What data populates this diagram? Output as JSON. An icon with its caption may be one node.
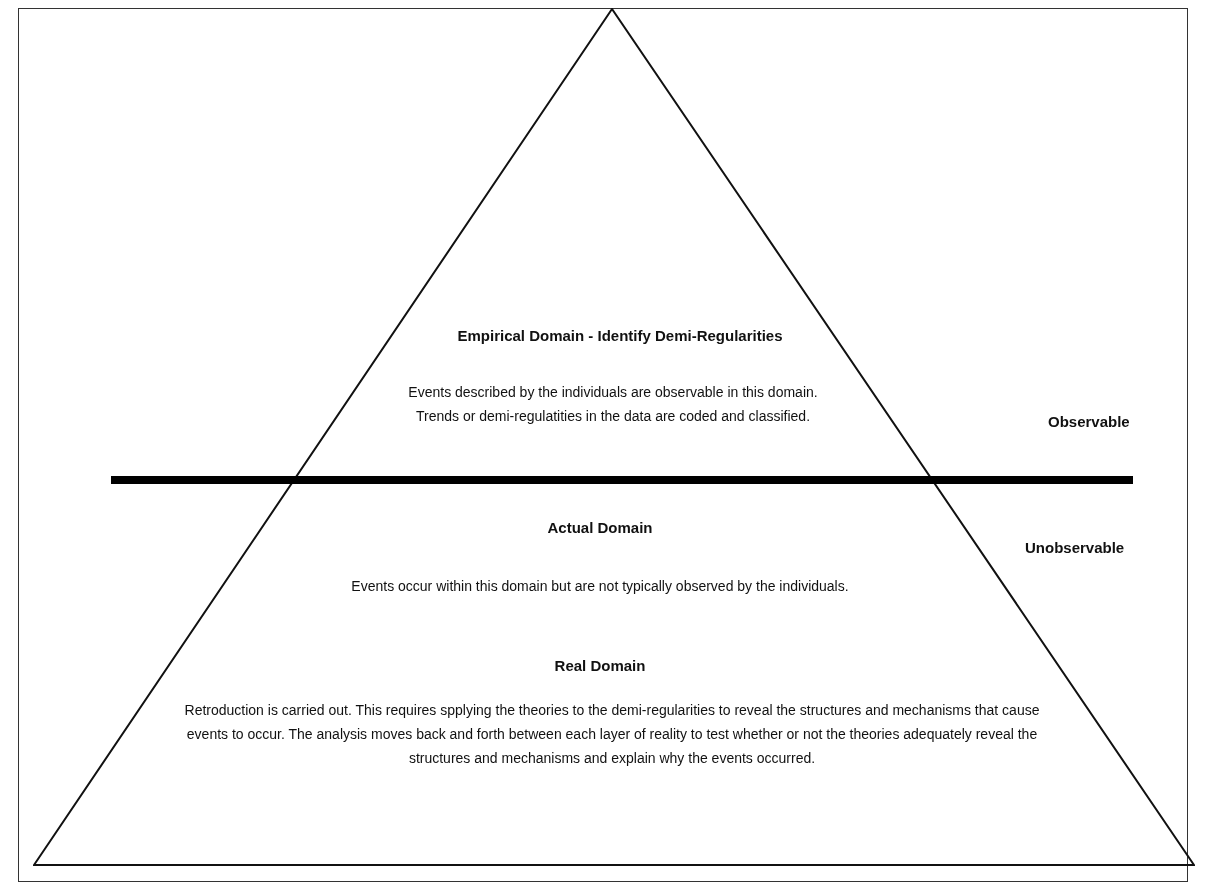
{
  "diagram": {
    "nodes": [
      {
        "text": [
          "Empirical Domain - Identify Demi-Regularities",
          "Events described by the individuals are observable in this domain. Trends or demi-regulatities in the data are coded and classified.",
          "Actual Domain",
          "Events occur within this domain but are not typically observed by the individuals.",
          "Real Domain",
          "Retroduction is carried out. This requires spplying the theories to the demi-regularities to reveal the structures and mechanisms that cause events to occur.  The analysis moves back and forth between each layer of reality to test whether or not the theories adequately reveal the structures and mechanisms and explain why the events occurred."
        ]
      }
    ],
    "edges": [],
    "labels": [
      "Observable",
      "Unobservable"
    ]
  }
}
